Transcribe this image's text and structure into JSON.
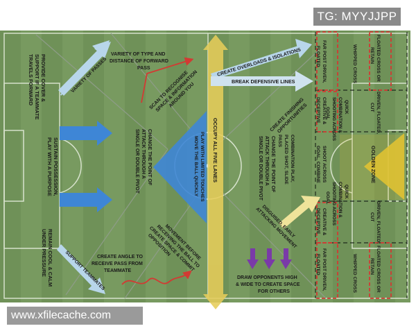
{
  "watermarks": {
    "top": "TG: MYYJJPP",
    "bottom": "www.xfilecache.com"
  },
  "colors": {
    "pitch": "#6f9158",
    "pitch_stripe": "#789a60",
    "blue_arrow": "#3e86d6",
    "yellow_zone": "#e0c233",
    "purple_arrow": "#7a3aa8",
    "red": "#d23a33"
  },
  "labels": {
    "l_provide_cover": "PROVIDE COVER & SUPPORT IF A TEAMMATE TRAVELS FORWARD",
    "l_sustain": "SUSTAIN POSSESSION, PLAY WITH A PURPOSE",
    "l_remain_cool": "REMAIN COOL & CALM UNDER PRESSURE",
    "l_variety_passes": "VARIETY OF PASSES",
    "l_support_teammates": "SUPPORT TEAMMATES",
    "l_variety_type": "VARIETY OF TYPE AND DISTANCE OF FORWARD PASS",
    "l_scan": "SCAN TO RECOGNISE SPACE & INFORMATION AROUND YOU",
    "l_change_point_1": "CHANGE THE POINT OF ATTACK THROUGH A SINGLE OR DOUBLE PIVOT",
    "l_play_limited": "PLAY WITH LIMITED TOUCHES MOVE THE BALL QUICKLY",
    "l_movement": "MOVEMENT BEFORE RECEIVING THE BALL TO CREATE SPACE & COMMIT OPPOSITION",
    "l_create_angle": "CREATE ANGLE TO RECEIVE PASS FROM TEAMMATE",
    "l_occupy": "OCCUPY ALL FIVE LANES",
    "l_create_overloads": "CREATE OVERLOADS & ISOLATIONS",
    "l_break_lines": "BREAK DEFENSIVE LINES",
    "l_finishing": "CREATE FINISHING OPPORTUNITIES",
    "l_change_point_2": "CHANGE THE POINT OF ATTACK THROUGH A SINGLE OR DOUBLE PIVOT",
    "l_combination": "COMBINATION PLAY, PLACED SHOT, SLIDE PASS",
    "l_disguised": "DISGUISED, EARLY ATTACKING MOVEMENT",
    "l_draw_opponents": "DRAW OPPONENTS HIGH & WIDE TO CREATE SPACE FOR OTHERS",
    "l_far_post_top": "FAR POST DRIVEN, FLOATED",
    "l_whipped_top": "WHIPPED CROSS",
    "l_floated_top": "FLOATED CROSS OR RETAIN",
    "l_creative_top": "CREATIVE & DECEPTIVE",
    "l_quick_top": "QUICK COMBINATION & SHOOTING ACROSS GOAL",
    "l_driven_top": "DRIVEN, FLOATED, CUT",
    "l_shoot_across": "SHOOT ACROSS GOAL, COMBINE",
    "l_golden_zone": "GOLDEN ZONE",
    "l_creative_bot": "CREATIVE & DECEPTIVE",
    "l_quick_bot": "QUICK COMBINATION & SHOOTING ACROSS GOAL",
    "l_driven_bot": "DRIVEN, FLOATED, CUT",
    "l_far_post_bot": "FAR POST DRIVEN, FLOATED",
    "l_whipped_bot": "WHIPPED CROSS",
    "l_floated_bot": "FLOATED CROSS OR RETAIN"
  }
}
